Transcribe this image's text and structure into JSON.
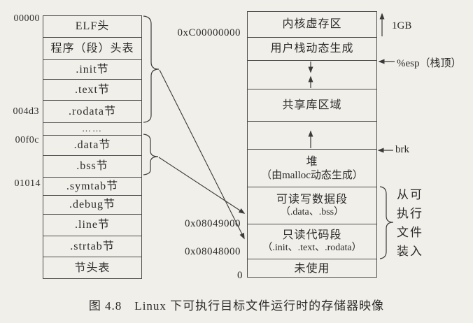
{
  "left_table": {
    "offsets": [
      "00000",
      "004d3",
      "00f0c",
      "01014"
    ],
    "rows": [
      "ELF头",
      "程序（段）头表",
      ".init节",
      ".text节",
      ".rodata节",
      "……",
      ".data节",
      ".bss节",
      ".symtab节",
      ".debug节",
      ".line节",
      ".strtab节",
      "节头表"
    ]
  },
  "right_table": {
    "addresses": [
      "0xC00000000",
      "0x08049000",
      "0x08048000",
      "0"
    ],
    "rows": {
      "kernel": "内核虚存区",
      "stack": "用户栈动态生成",
      "shared_lib": "共享库区域",
      "heap_line1": "堆",
      "heap_line2": "（由malloc动态生成）",
      "rw_line1": "可读写数据段",
      "rw_line2": "（.data、.bss）",
      "ro_line1": "只读代码段",
      "ro_line2": "（.init、.text、.rodata）",
      "unused": "未使用"
    }
  },
  "annotations": {
    "kernel_size": "1GB",
    "esp": "%esp（栈顶）",
    "brk": "brk",
    "load_note": [
      "从可",
      "执行",
      "文件",
      "装入"
    ]
  },
  "caption": "图 4.8　Linux 下可执行目标文件运行时的存储器映像"
}
